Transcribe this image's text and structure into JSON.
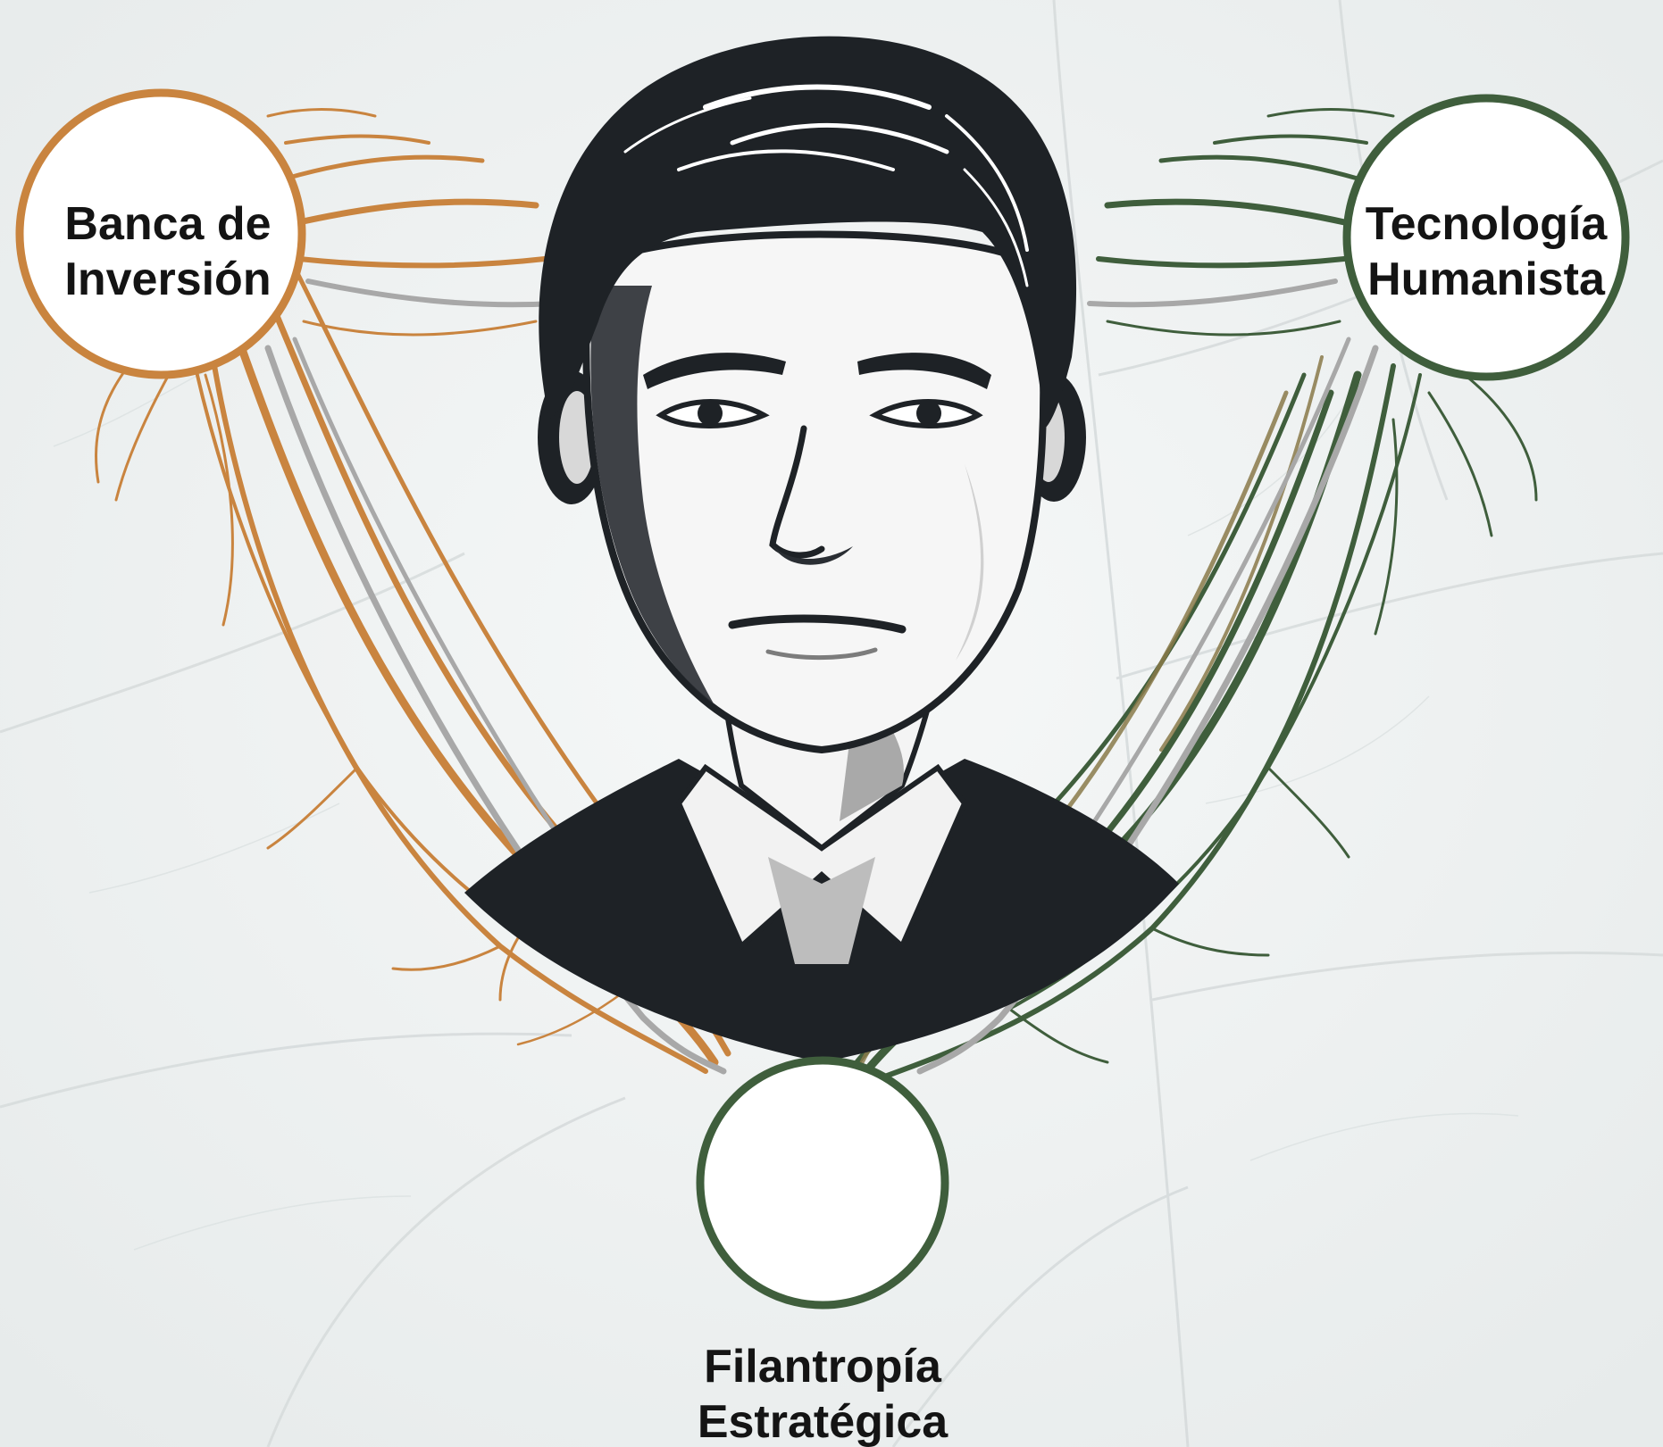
{
  "nodes": {
    "banking": {
      "line1": "Banca de",
      "line2": "Inversión",
      "color": "#c9843f"
    },
    "technology": {
      "line1": "Tecnología",
      "line2": "Humanista",
      "color": "#3f5e3c"
    },
    "philanthropy": {
      "line1": "Filantropía",
      "line2": "Estratégica",
      "color": "#3f5e3c"
    }
  },
  "colors": {
    "background": "#eef1f1",
    "copper": "#c9843f",
    "green": "#3f5e3c",
    "silver": "#a8a8a8",
    "ink": "#1e2226"
  },
  "portrait": {
    "icon": "man-portrait-illustration"
  }
}
